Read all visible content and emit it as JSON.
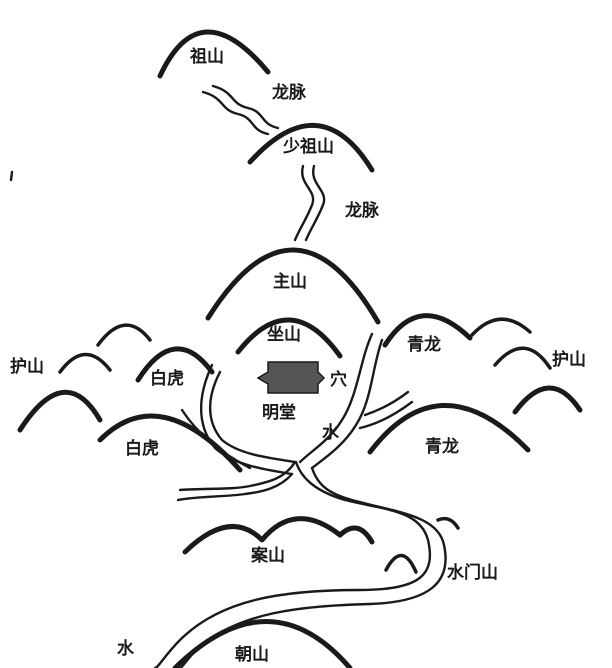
{
  "labels": {
    "zushan": "祖山",
    "longmai_1": "龙脉",
    "shaozushan": "少祖山",
    "longmai_2": "龙脉",
    "zhushan": "主山",
    "zuoshan": "坐山",
    "xue": "穴",
    "mingtang": "明堂",
    "shui_center": "水",
    "qinglong_upper": "青龙",
    "qinglong_lower": "青龙",
    "baihu_upper": "白虎",
    "baihu_lower": "白虎",
    "hushan_left": "护山",
    "hushan_right": "护山",
    "anshan": "案山",
    "shuimenshan": "水门山",
    "shui_lower": "水",
    "chaoshan": "朝山"
  },
  "colors": {
    "ink": "#1a1a1a",
    "xue_marker": "#555555",
    "background": "#ffffff"
  }
}
